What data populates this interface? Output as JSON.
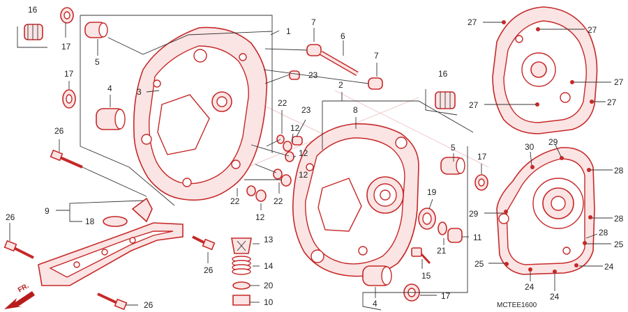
{
  "diagram": {
    "code": "MCTEE1600",
    "direction_label": "FR.",
    "callouts": [
      {
        "id": "c1",
        "text": "16"
      },
      {
        "id": "c2",
        "text": "17"
      },
      {
        "id": "c3",
        "text": "5"
      },
      {
        "id": "c4",
        "text": "1"
      },
      {
        "id": "c5",
        "text": "7"
      },
      {
        "id": "c6",
        "text": "6"
      },
      {
        "id": "c7",
        "text": "7"
      },
      {
        "id": "c8",
        "text": "23"
      },
      {
        "id": "c9",
        "text": "17"
      },
      {
        "id": "c10",
        "text": "4"
      },
      {
        "id": "c11",
        "text": "3"
      },
      {
        "id": "c12",
        "text": "2"
      },
      {
        "id": "c13",
        "text": "8"
      },
      {
        "id": "c14",
        "text": "22"
      },
      {
        "id": "c15",
        "text": "23"
      },
      {
        "id": "c16",
        "text": "12"
      },
      {
        "id": "c17",
        "text": "12"
      },
      {
        "id": "c18",
        "text": "12"
      },
      {
        "id": "c19",
        "text": "26"
      },
      {
        "id": "c20",
        "text": "9"
      },
      {
        "id": "c21",
        "text": "18"
      },
      {
        "id": "c22",
        "text": "22"
      },
      {
        "id": "c23",
        "text": "22"
      },
      {
        "id": "c24",
        "text": "12"
      },
      {
        "id": "c25",
        "text": "26"
      },
      {
        "id": "c26",
        "text": "13"
      },
      {
        "id": "c27",
        "text": "14"
      },
      {
        "id": "c28",
        "text": "20"
      },
      {
        "id": "c29",
        "text": "10"
      },
      {
        "id": "c30",
        "text": "26"
      },
      {
        "id": "c31",
        "text": "26"
      },
      {
        "id": "c32",
        "text": "5"
      },
      {
        "id": "c33",
        "text": "17"
      },
      {
        "id": "c34",
        "text": "19"
      },
      {
        "id": "c35",
        "text": "21"
      },
      {
        "id": "c36",
        "text": "11"
      },
      {
        "id": "c37",
        "text": "15"
      },
      {
        "id": "c38",
        "text": "4"
      },
      {
        "id": "c39",
        "text": "17"
      },
      {
        "id": "c40",
        "text": "16"
      },
      {
        "id": "c41",
        "text": "27"
      },
      {
        "id": "c42",
        "text": "27"
      },
      {
        "id": "c43",
        "text": "27"
      },
      {
        "id": "c44",
        "text": "27"
      },
      {
        "id": "c45",
        "text": "27"
      },
      {
        "id": "c46",
        "text": "30"
      },
      {
        "id": "c47",
        "text": "29"
      },
      {
        "id": "c48",
        "text": "28"
      },
      {
        "id": "c49",
        "text": "29"
      },
      {
        "id": "c50",
        "text": "28"
      },
      {
        "id": "c51",
        "text": "28"
      },
      {
        "id": "c52",
        "text": "25"
      },
      {
        "id": "c53",
        "text": "25"
      },
      {
        "id": "c54",
        "text": "24"
      },
      {
        "id": "c55",
        "text": "24"
      },
      {
        "id": "c56",
        "text": "24"
      }
    ]
  }
}
